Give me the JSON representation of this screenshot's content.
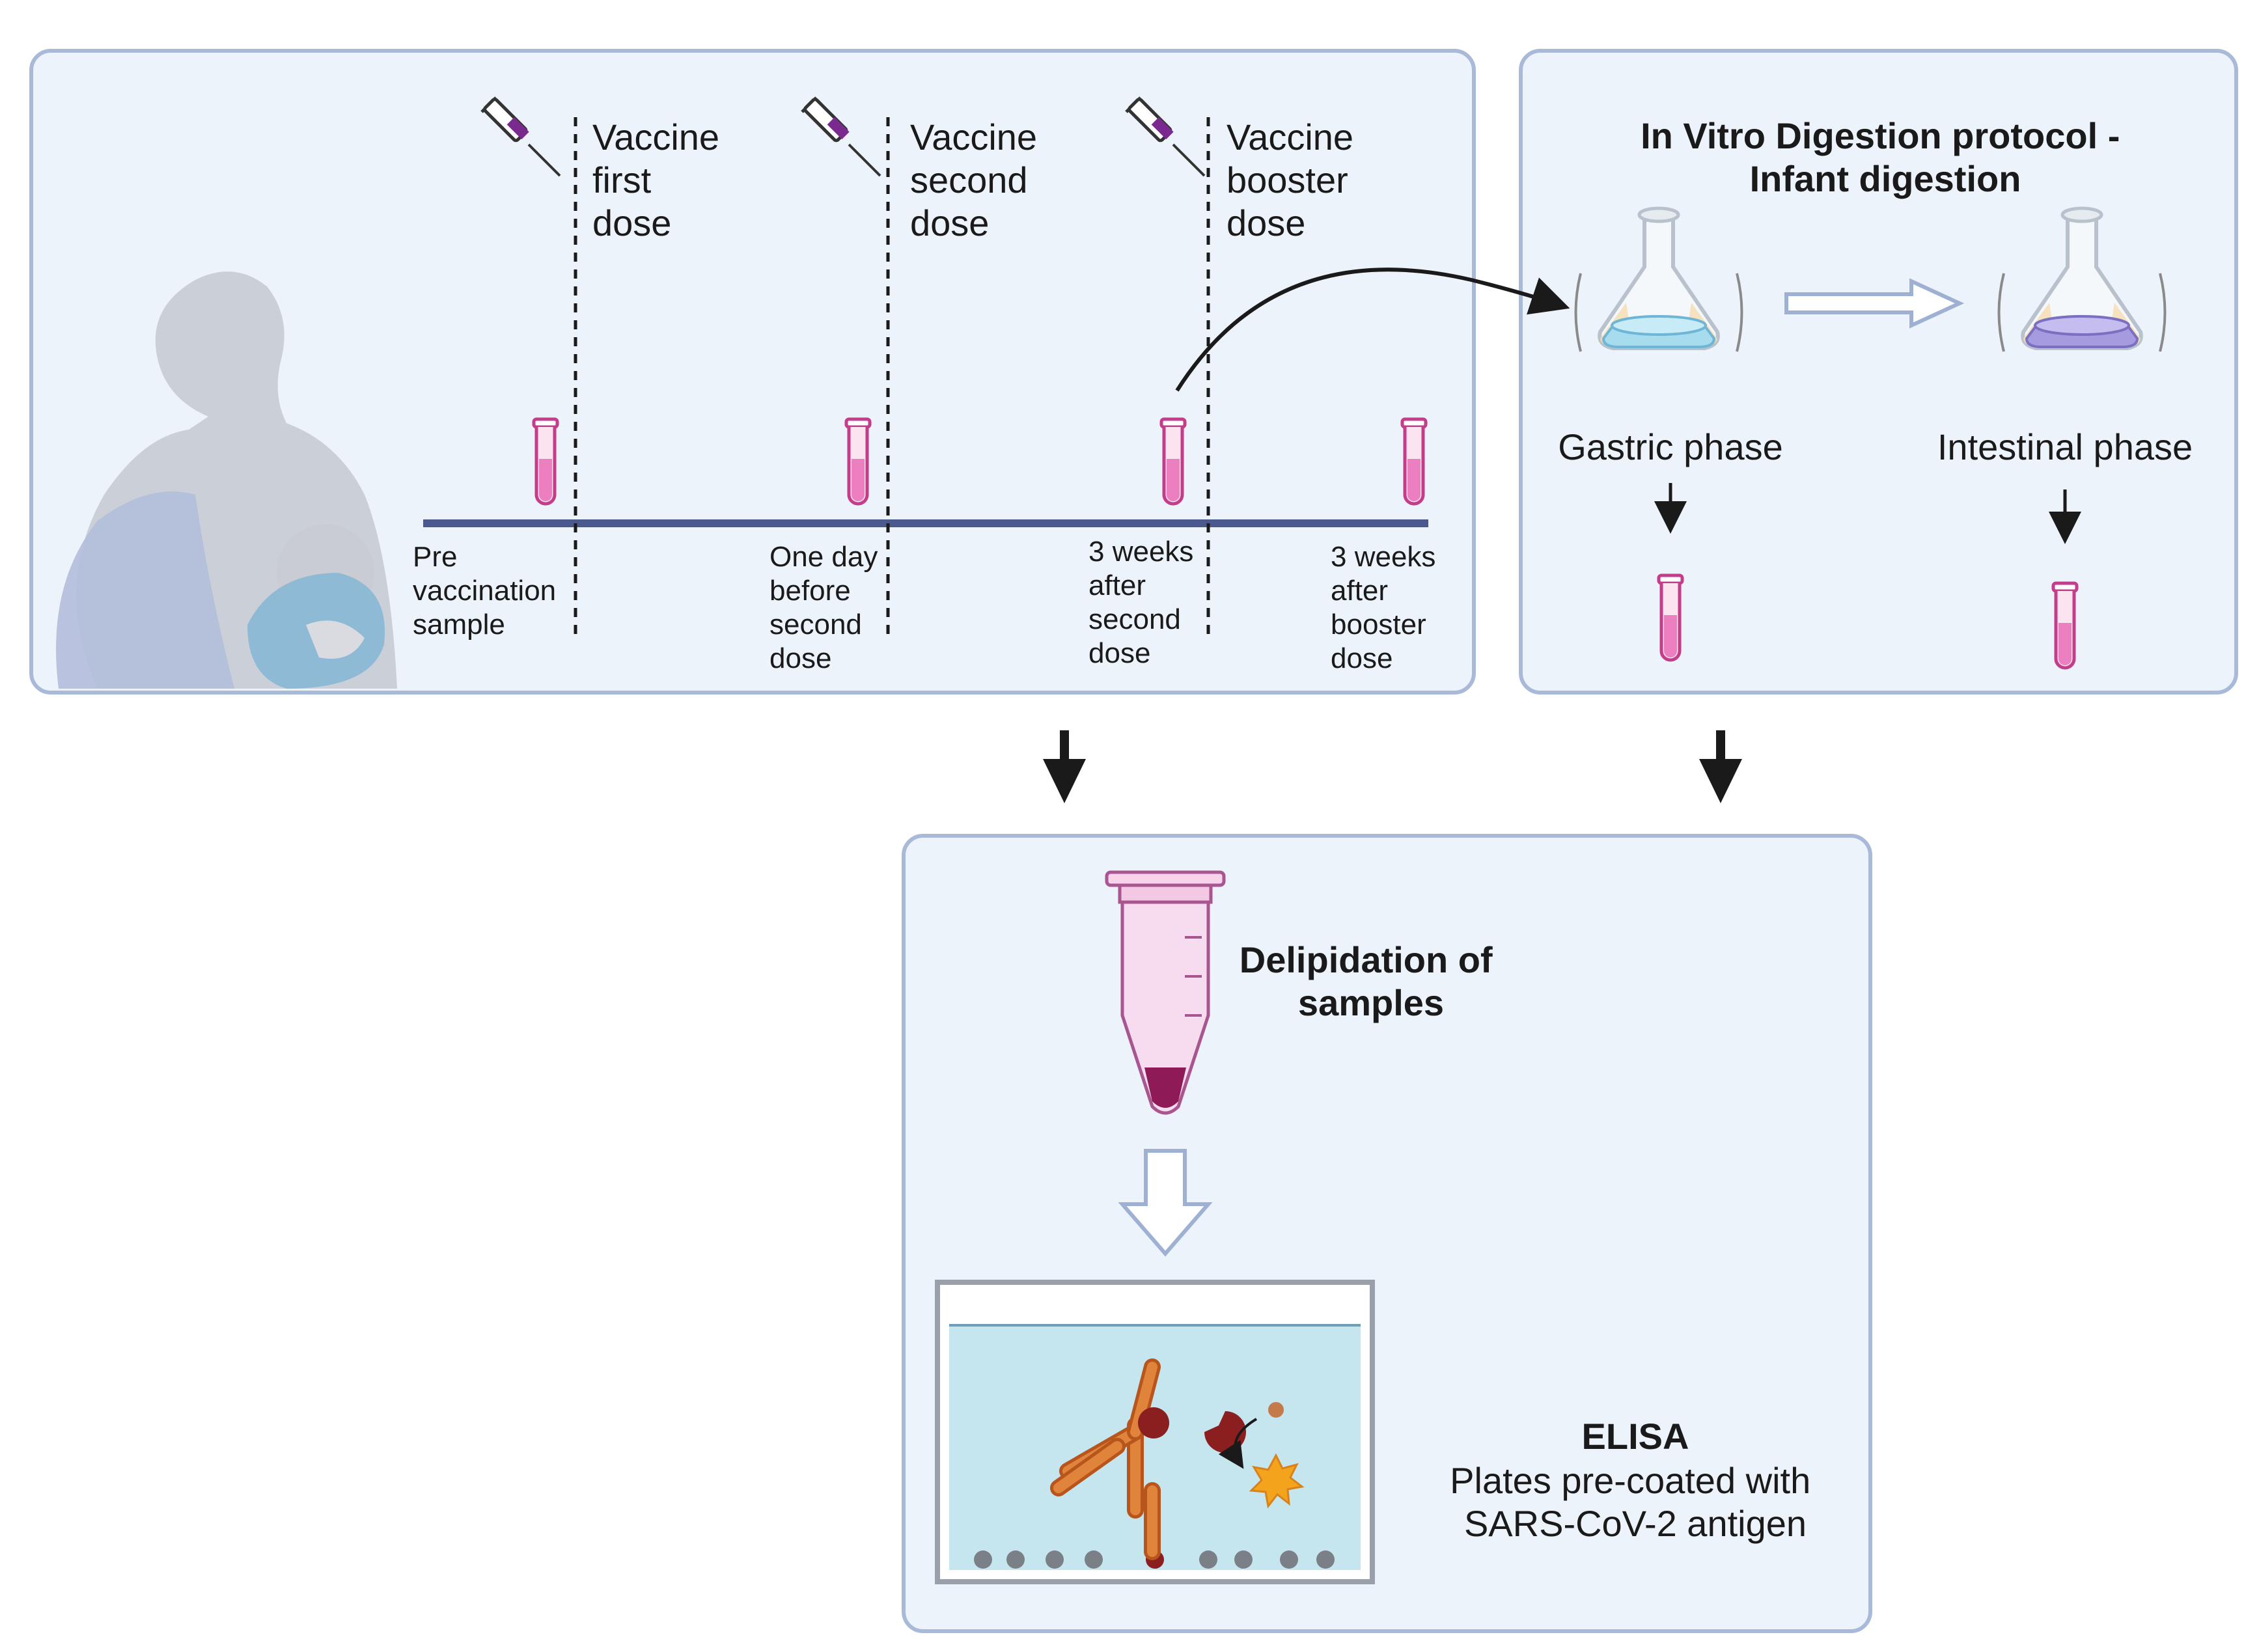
{
  "vaccination": {
    "doses": [
      {
        "line1": "Vaccine",
        "line2": "first",
        "line3": "dose"
      },
      {
        "line1": "Vaccine",
        "line2": "second",
        "line3": "dose"
      },
      {
        "line1": "Vaccine",
        "line2": "booster",
        "line3": "dose"
      }
    ],
    "samples": [
      {
        "lines": [
          "Pre",
          "vaccination",
          "sample"
        ]
      },
      {
        "lines": [
          "One day",
          "before",
          "second",
          "dose"
        ]
      },
      {
        "lines": [
          "3 weeks",
          "after",
          "second",
          "dose"
        ]
      },
      {
        "lines": [
          "3 weeks",
          "after",
          "booster",
          "dose"
        ]
      }
    ]
  },
  "digestion": {
    "title_line1": "In Vitro Digestion protocol -",
    "title_line2": "Infant digestion",
    "gastric_label": "Gastric phase",
    "intestinal_label": "Intestinal phase"
  },
  "processing": {
    "delipidation_line1": "Delipidation of",
    "delipidation_line2": "samples",
    "elisa_title": "ELISA",
    "elisa_line1": "Plates pre-coated with",
    "elisa_line2": "SARS-CoV-2 antigen"
  },
  "colors": {
    "panel_fill": "#edf3fb",
    "panel_border": "#a9b9d8",
    "timeline": "#4a5a8e",
    "tube_liquid": "#ec7fc0",
    "gastric_liquid": "#a7dcef",
    "intestinal_liquid": "#a79be0",
    "antibody": "#d9742c",
    "antigen": "#8b1e1e"
  }
}
